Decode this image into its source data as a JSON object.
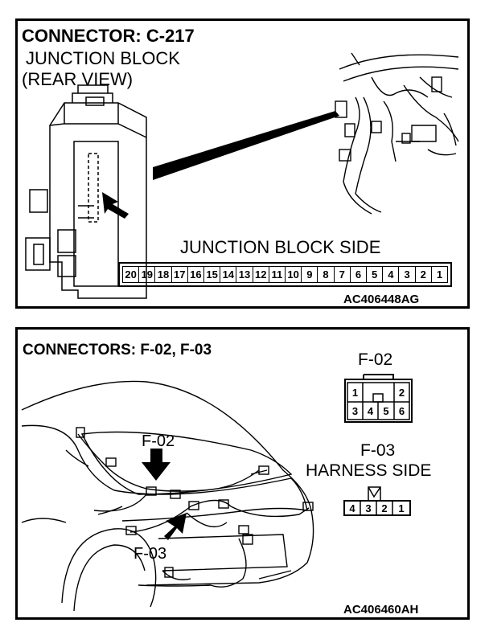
{
  "panel1": {
    "title": "CONNECTOR: C-217",
    "subtitle_line1": "JUNCTION BLOCK",
    "subtitle_line2": "(REAR VIEW)",
    "side_label": "JUNCTION BLOCK SIDE",
    "pins": [
      "20",
      "19",
      "18",
      "17",
      "16",
      "15",
      "14",
      "13",
      "12",
      "11",
      "10",
      "9",
      "8",
      "7",
      "6",
      "5",
      "4",
      "3",
      "2",
      "1"
    ],
    "code": "AC406448AG"
  },
  "panel2": {
    "title": "CONNECTORS: F-02, F-03",
    "f02_callout": "F-02",
    "f03_callout": "F-03",
    "f02_label": "F-02",
    "f02_pins_top": [
      "1",
      "2"
    ],
    "f02_pins_bottom": [
      "3",
      "4",
      "5",
      "6"
    ],
    "f03_label": "F-03",
    "f03_side": "HARNESS SIDE",
    "f03_pins": [
      "4",
      "3",
      "2",
      "1"
    ],
    "code": "AC406460AH"
  }
}
